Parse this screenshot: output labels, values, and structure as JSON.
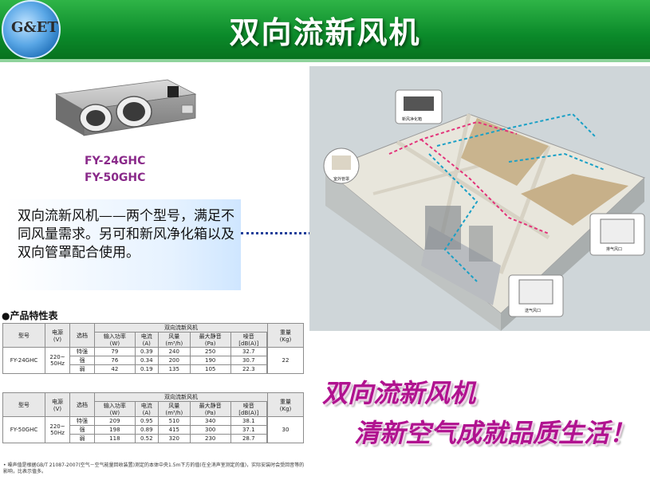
{
  "header": {
    "title": "双向流新风机",
    "logo_text": "G&ET",
    "logo_subtitle": ""
  },
  "product": {
    "models": [
      "FY-24GHC",
      "FY-50GHC"
    ]
  },
  "description": {
    "text": "双向流新风机——两个型号，满足不同风量需求。另可和新风净化箱以及双向管罩配合使用。"
  },
  "diagram": {
    "labels": {
      "purifier": "新风净化箱",
      "pipe_cover": "室外管罩",
      "supply": "送气风口",
      "exhaust": "排气风口"
    }
  },
  "table": {
    "title": "●产品特性表",
    "group_header": "双向流新风机",
    "headers": {
      "model": "型号",
      "voltage": "电源",
      "voltage_unit": "(V)",
      "mode": "选档",
      "input_power": "输入功率",
      "input_power_unit": "(W)",
      "current": "电流",
      "current_unit": "(A)",
      "airflow": "风量",
      "airflow_unit": "(m³/h)",
      "static_pressure": "最大静音",
      "static_pressure_unit": "(Pa)",
      "noise": "噪音",
      "noise_unit": "[dB(A)]",
      "weight": "重量",
      "weight_unit": "(Kg)"
    },
    "blocks": [
      {
        "model": "FY-24GHC",
        "voltage": "220~ 50Hz",
        "weight": "22",
        "rows": [
          {
            "mode": "特强",
            "input_power": "79",
            "current": "0.39",
            "airflow": "240",
            "static_pressure": "250",
            "noise": "32.7"
          },
          {
            "mode": "强",
            "input_power": "76",
            "current": "0.34",
            "airflow": "200",
            "static_pressure": "190",
            "noise": "30.7"
          },
          {
            "mode": "弱",
            "input_power": "42",
            "current": "0.19",
            "airflow": "135",
            "static_pressure": "105",
            "noise": "22.3"
          }
        ]
      },
      {
        "model": "FY-50GHC",
        "voltage": "220~ 50Hz",
        "weight": "30",
        "rows": [
          {
            "mode": "特强",
            "input_power": "209",
            "current": "0.95",
            "airflow": "510",
            "static_pressure": "340",
            "noise": "38.1"
          },
          {
            "mode": "强",
            "input_power": "198",
            "current": "0.89",
            "airflow": "415",
            "static_pressure": "300",
            "noise": "37.1"
          },
          {
            "mode": "弱",
            "input_power": "118",
            "current": "0.52",
            "airflow": "320",
            "static_pressure": "230",
            "noise": "28.7"
          }
        ]
      }
    ],
    "footnote": "• 噪声值是根据GB/T 21087-2007(空气－空气能量回收装置)测定的本体中央1.5m下方的值(在全消声室测定的值)，实际安装时会受回音等的影响，比表示值多。"
  },
  "slogans": {
    "line1": "双向流新风机",
    "line2": "清新空气成就品质生活！"
  },
  "colors": {
    "banner": "#0b8a2a",
    "slogan": "#b0128f",
    "model_text": "#8a2a8a",
    "dotted_line": "#1f3f9a"
  }
}
